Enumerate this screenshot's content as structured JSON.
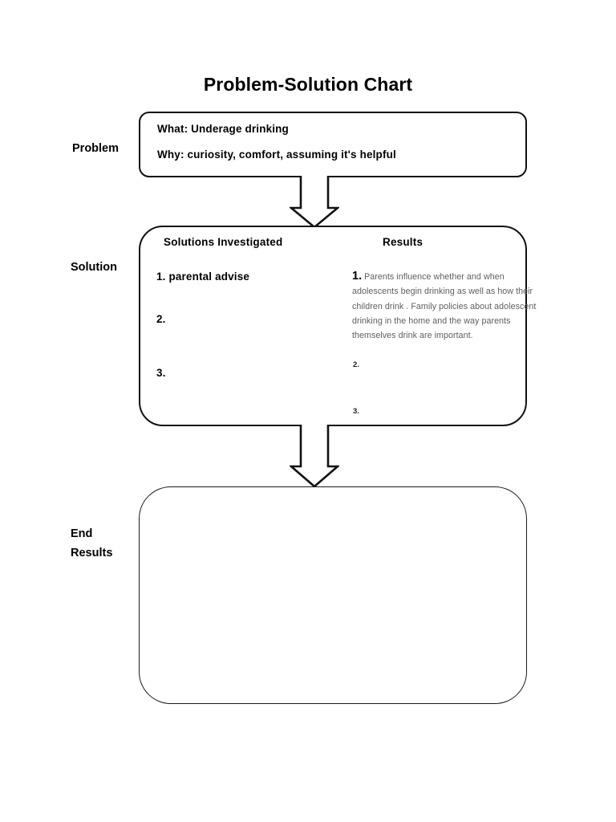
{
  "title": "Problem-Solution Chart",
  "labels": {
    "problem": "Problem",
    "solution": "Solution",
    "end_results": "End\nResults"
  },
  "problem_box": {
    "lines": [
      "What: Underage drinking",
      "Why: curiosity, comfort, assuming it's helpful"
    ]
  },
  "solution_box": {
    "headers": {
      "left": "Solutions Investigated",
      "right": "Results"
    },
    "solutions": [
      "1. parental advise",
      "2.",
      "3."
    ],
    "results": [
      {
        "number": "1.",
        "text": "Parents influence whether and when adolescents begin drinking as well as how their children drink . Family policies about adolescent drinking in the home and the way parents themselves drink are important."
      },
      {
        "number": "2.",
        "text": ""
      },
      {
        "number": "3.",
        "text": ""
      }
    ]
  },
  "end_results_box": {
    "content": ""
  },
  "colors": {
    "ink": "#000000",
    "border": "#111111",
    "body_text": "#5f5f5f",
    "background": "#ffffff"
  }
}
